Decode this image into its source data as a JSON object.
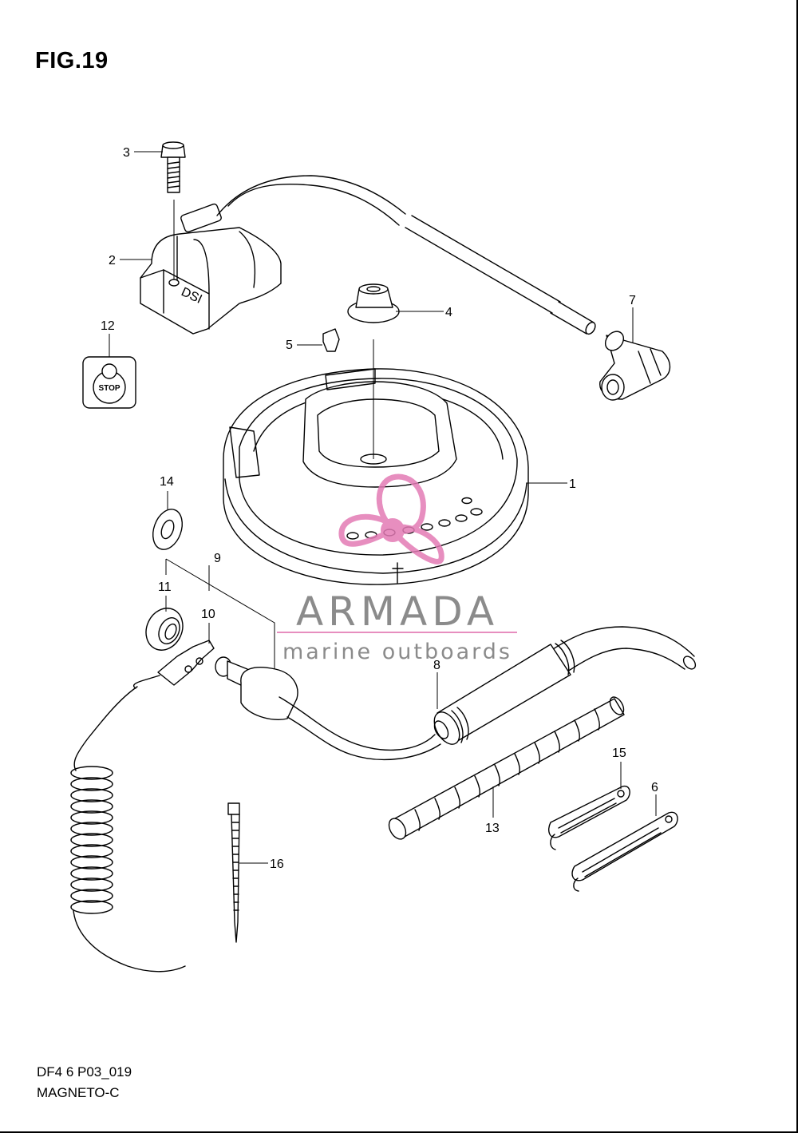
{
  "figure": {
    "title": "FIG.19",
    "code": "DF4 6 P03_019",
    "name": "MAGNETO-C"
  },
  "callouts": [
    "1",
    "2",
    "3",
    "4",
    "5",
    "6",
    "7",
    "8",
    "9",
    "10",
    "11",
    "12",
    "13",
    "14",
    "15",
    "16"
  ],
  "stop_label": "STOP",
  "watermark": {
    "brand": "ARMADA",
    "tagline": "marine outboards",
    "color": "#e37bb5"
  }
}
